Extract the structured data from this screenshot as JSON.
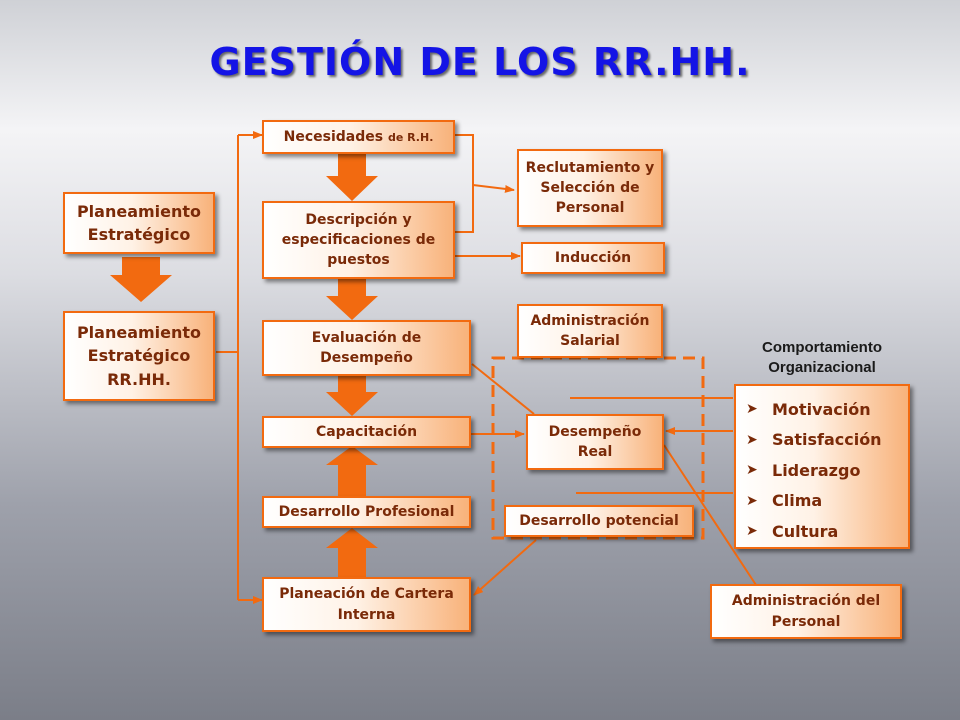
{
  "title": "GESTIÓN DE LOS RR.HH.",
  "boxes": {
    "planeamiento_estrategico": "Planeamiento Estratégico",
    "planeamiento_rrhh_line1": "Planeamiento",
    "planeamiento_rrhh_line2": "Estratégico",
    "planeamiento_rrhh_line3": "RR.HH.",
    "necesidades_main": "Necesidades ",
    "necesidades_small": "de R.H.",
    "descripcion": "Descripción y especificaciones de puestos",
    "evaluacion": "Evaluación de Desempeño",
    "capacitacion": "Capacitación",
    "desarrollo_profesional": "Desarrollo Profesional",
    "planeacion_cartera": "Planeación de Cartera Interna",
    "reclutamiento": "Reclutamiento y Selección de Personal",
    "induccion": "Inducción",
    "administracion_salarial": "Administración Salarial",
    "desempeno_real": "Desempeño Real",
    "desarrollo_potencial": "Desarrollo potencial",
    "administracion_personal": "Administración del Personal"
  },
  "comportamiento": {
    "title_line1": "Comportamiento",
    "title_line2": "Organizacional",
    "items": [
      "Motivación",
      "Satisfacción",
      "Liderazgo",
      "Clima",
      "Cultura"
    ]
  },
  "colors": {
    "title": "#1414e6",
    "border": "#f26a10",
    "text": "#7a2a08",
    "arrow": "#f26a10"
  }
}
